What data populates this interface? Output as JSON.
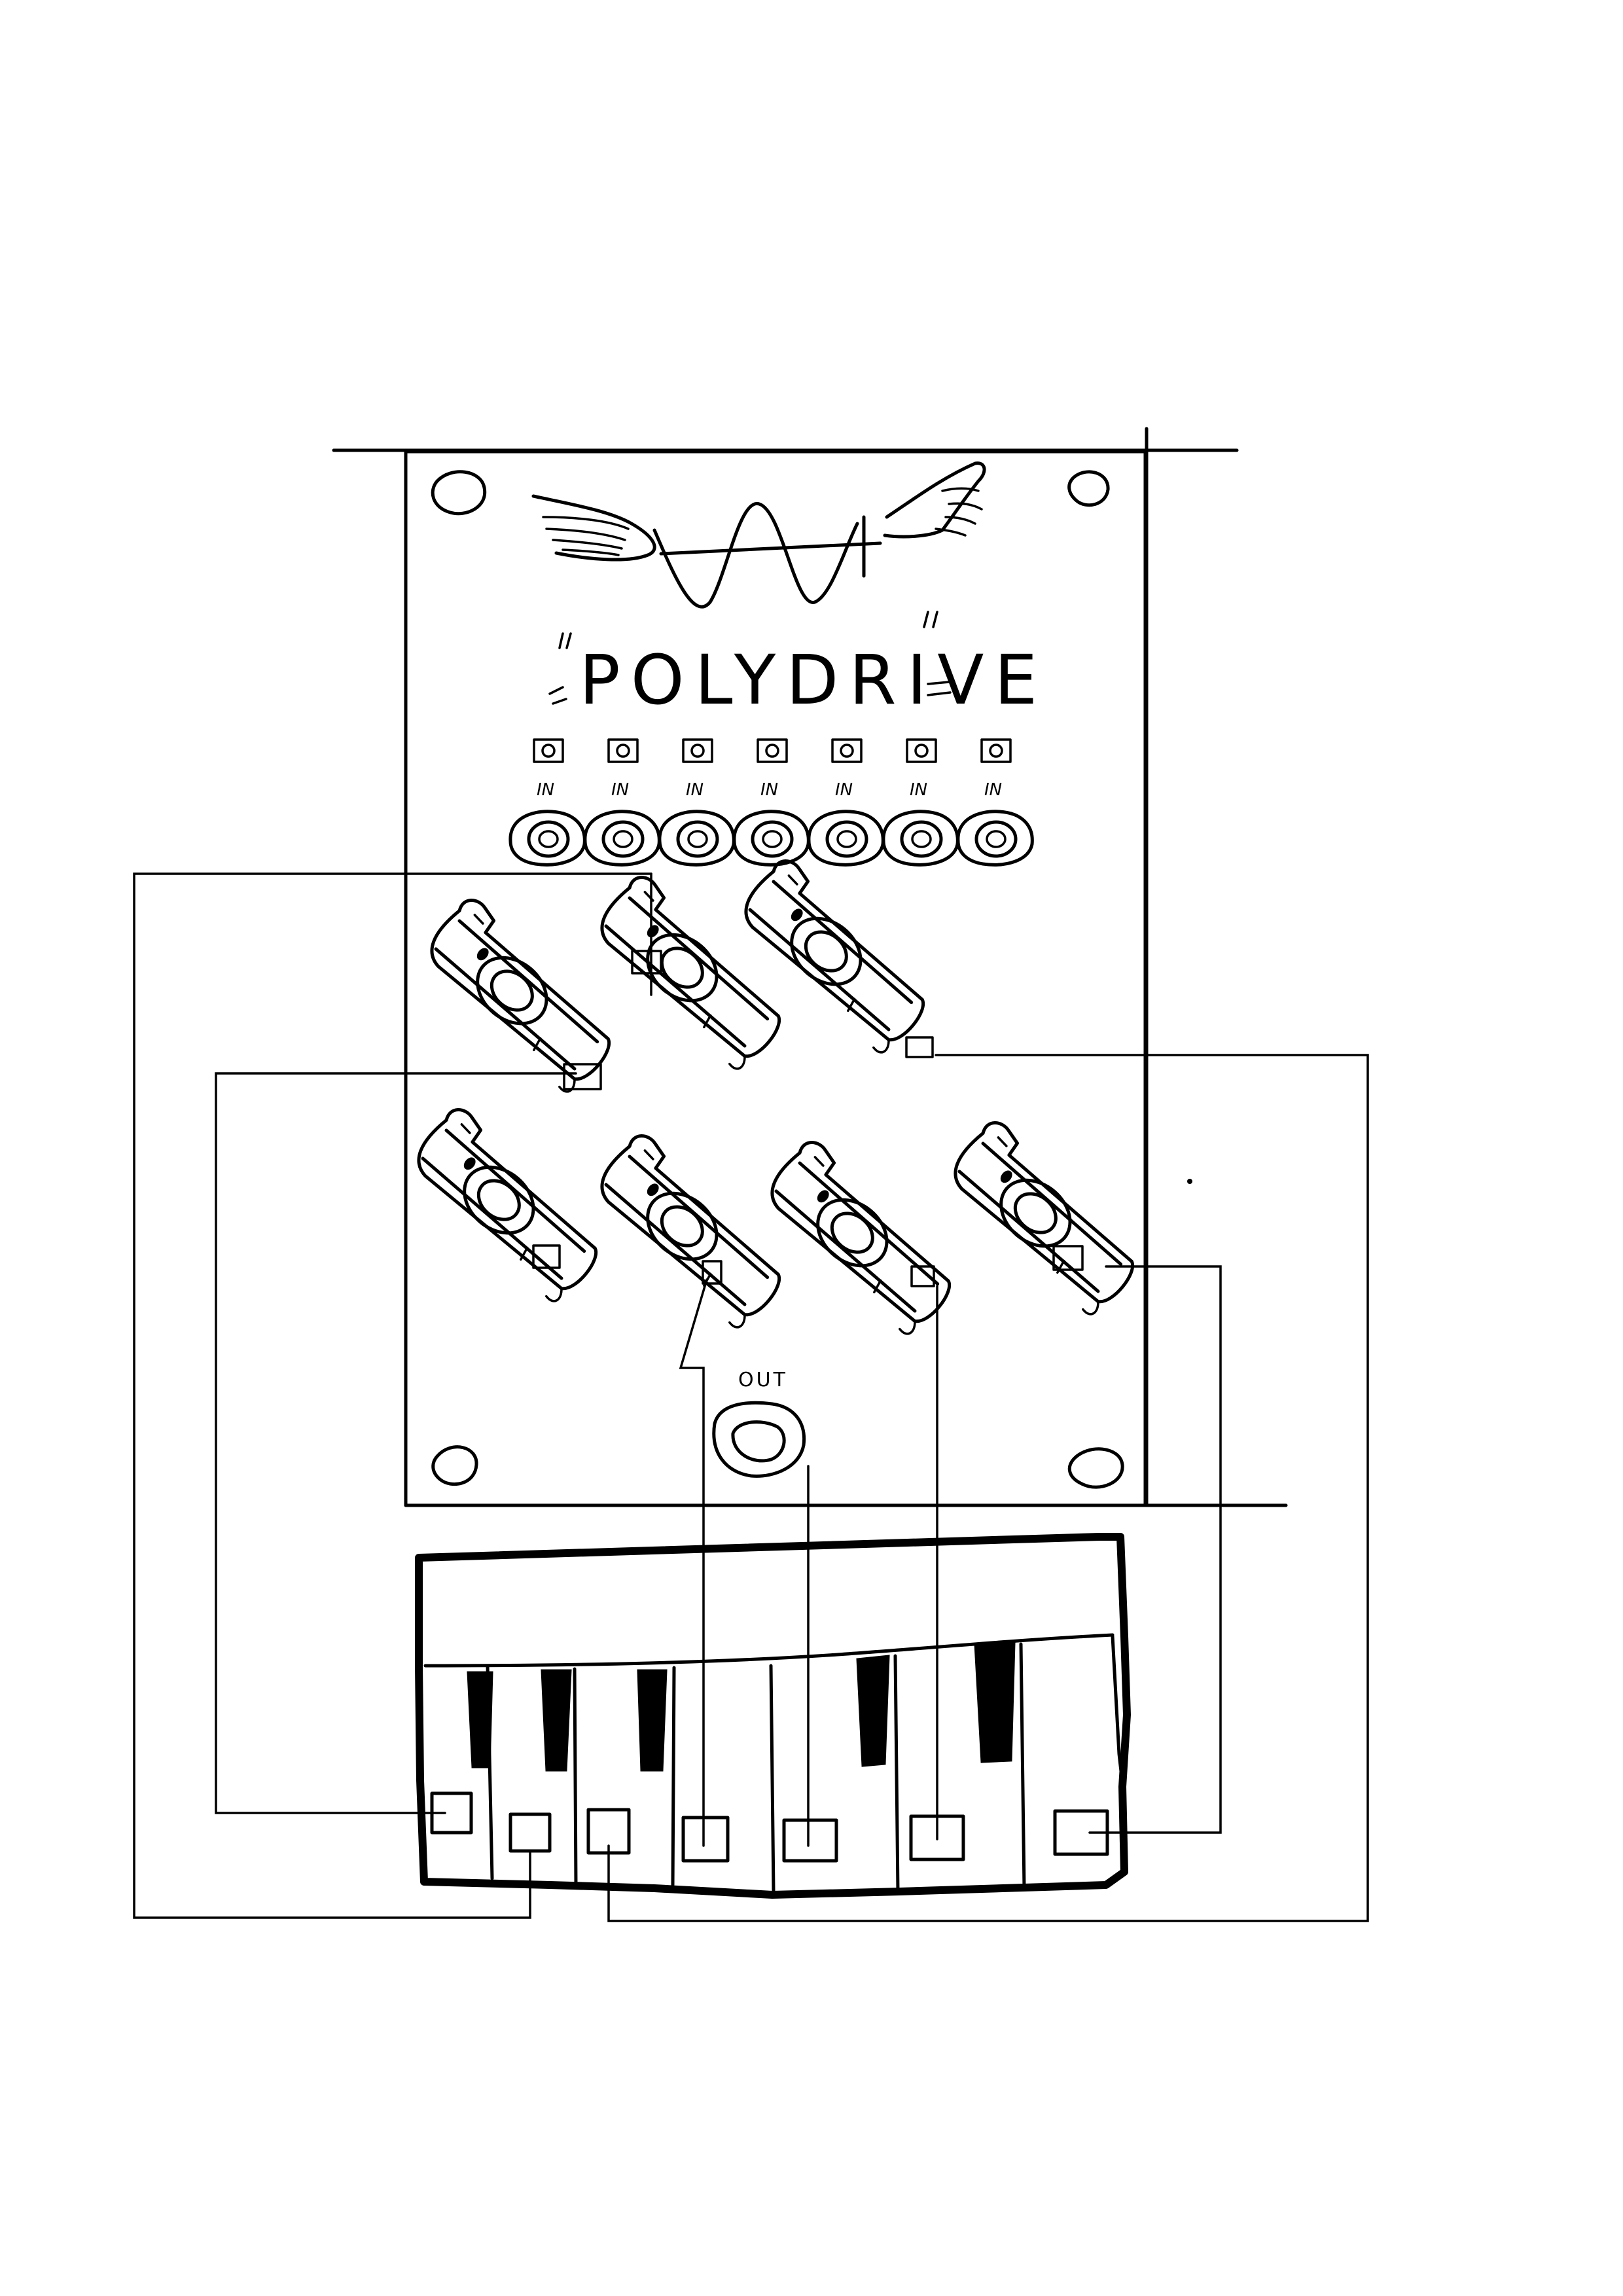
{
  "module": {
    "title": "POLYDRIVE",
    "logo_icon": "winged-sine-wave-logo",
    "input_label": "IN",
    "output_label": "OUT",
    "input_count": 7,
    "knob_count": 7,
    "knob_icon": "slider-knob-icon"
  },
  "keyboard": {
    "white_key_count": 7,
    "black_key_count": 5,
    "key_pad_icon": "key-contact-pad-icon"
  },
  "wiring": {
    "description_icon": "patch-wire-icon",
    "color": "#000000"
  }
}
